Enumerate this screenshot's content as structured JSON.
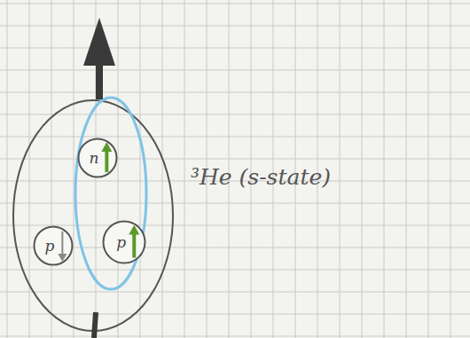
{
  "diagram": {
    "nodes": [
      {
        "text": [
          "³He (s-state)"
        ]
      },
      {
        "text": [
          "n"
        ],
        "in": 0
      },
      {
        "text": [
          "p"
        ],
        "in": 0
      },
      {
        "text": [
          "p"
        ],
        "in": 0
      }
    ]
  }
}
